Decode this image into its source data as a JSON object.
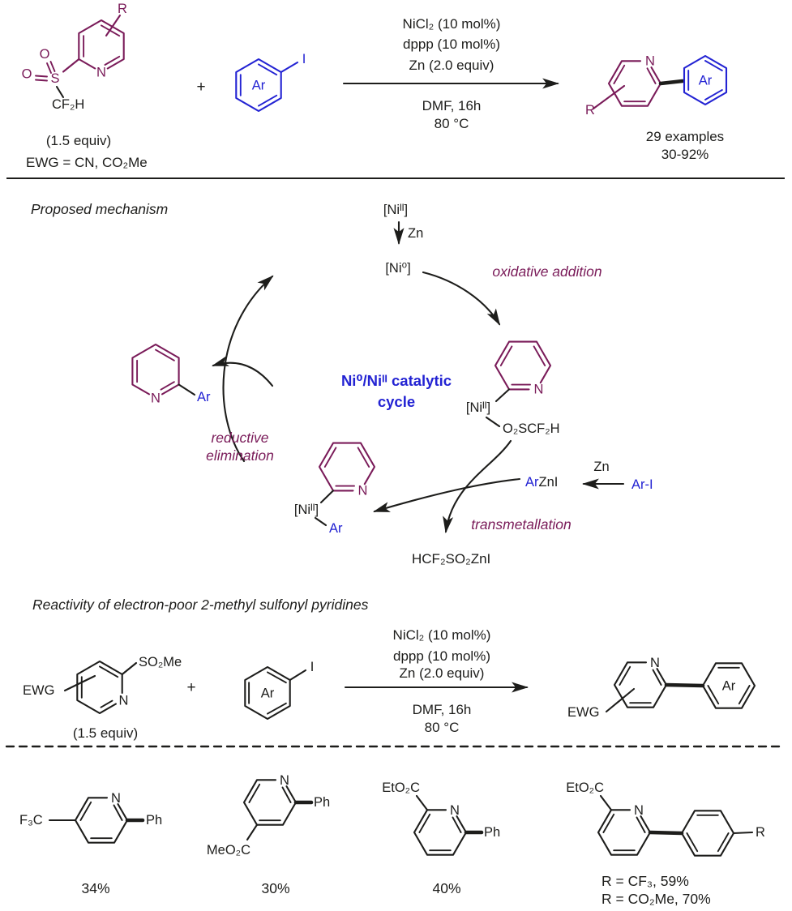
{
  "colors": {
    "purple": "#7a1b59",
    "blue": "#2323d3",
    "black": "#1d1d1b"
  },
  "scheme1": {
    "substrate": {
      "r": "R",
      "n": "N",
      "s": "S",
      "o1": "O",
      "o2": "O",
      "chain": "CF₂H",
      "equiv": "(1.5 equiv)",
      "note": "EWG = CN, CO₂Me"
    },
    "plus": "+",
    "iodide": {
      "ar": "Ar",
      "i": "I"
    },
    "cond": {
      "l1": "NiCl₂ (10 mol%)",
      "l2": "dppp (10 mol%)",
      "l3": "Zn (2.0 equiv)",
      "l4": "DMF, 16h",
      "l5": "80 °C"
    },
    "product": {
      "r": "R",
      "n": "N",
      "ar": "Ar",
      "examples": "29 examples",
      "yields": "30-92%"
    }
  },
  "mech": {
    "title": "Proposed mechanism",
    "ni2": "[Niᴵᴵ]",
    "zn": "Zn",
    "ni0": "[Ni⁰]",
    "cycle1": "Ni⁰/Niᴵᴵ catalytic",
    "cycle2": "cycle",
    "oa": "oxidative addition",
    "tm": "transmetallation",
    "re1": "reductive",
    "re2": "elimination",
    "int1": {
      "n": "N",
      "ni": "[Niᴵᴵ]",
      "lig": "O₂SCF₂H"
    },
    "int2": {
      "n": "N",
      "ni": "[Niᴵᴵ]",
      "ar": "Ar"
    },
    "prod": {
      "n": "N",
      "ar": "Ar"
    },
    "arzni_ar": "Ar",
    "arzni_rest": "ZnI",
    "zn2": "Zn",
    "ari": "Ar-I",
    "byprod": "HCF₂SO₂ZnI"
  },
  "scheme2": {
    "title": "Reactivity of electron-poor 2-methyl sulfonyl pyridines",
    "substrate": {
      "ewg": "EWG",
      "so2me": "SO₂Me",
      "n": "N",
      "equiv": "(1.5 equiv)"
    },
    "plus": "+",
    "iodide": {
      "ar": "Ar",
      "i": "I"
    },
    "cond": {
      "l1": "NiCl₂ (10 mol%)",
      "l2": "dppp (10 mol%)",
      "l3": "Zn (2.0 equiv)",
      "l4": "DMF, 16h",
      "l5": "80 °C"
    },
    "product": {
      "ewg": "EWG",
      "n": "N",
      "ar": "Ar"
    }
  },
  "products": [
    {
      "sub": "F₃C",
      "n": "N",
      "ph": "Ph",
      "yield": "34%"
    },
    {
      "sub": "MeO₂C",
      "n": "N",
      "ph": "Ph",
      "yield": "30%"
    },
    {
      "sub": "EtO₂C",
      "n": "N",
      "ph": "Ph",
      "yield": "40%"
    },
    {
      "sub": "EtO₂C",
      "n": "N",
      "r": "R",
      "y1": "R = CF₃, 59%",
      "y2": "R = CO₂Me, 70%"
    }
  ]
}
